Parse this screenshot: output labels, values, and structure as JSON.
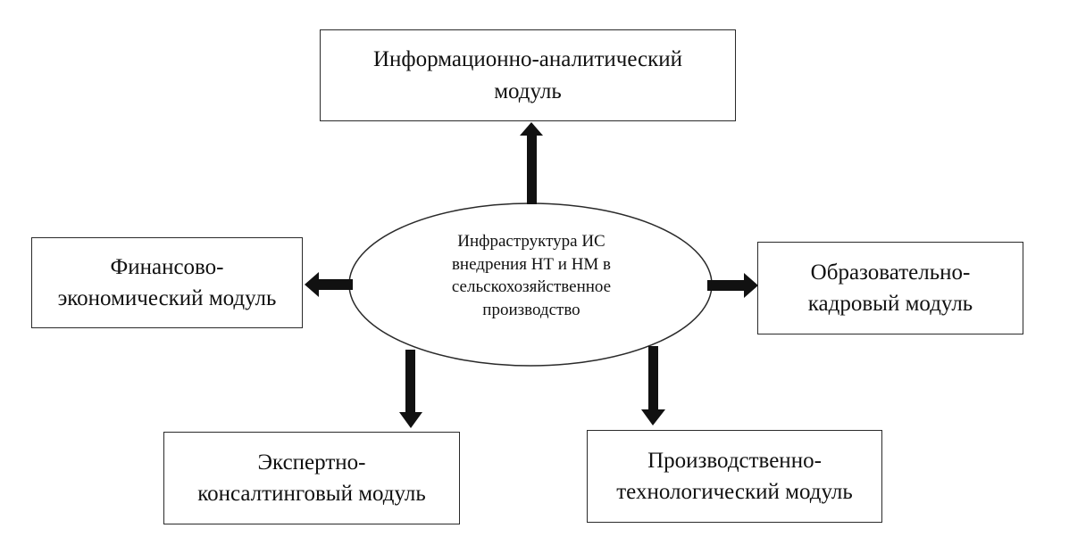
{
  "center": {
    "lines": [
      "Инфраструктура ИС",
      "внедрения НТ и НМ в",
      "сельскохозяйственное",
      "производство"
    ]
  },
  "modules": {
    "top": {
      "lines": [
        "Информационно-аналитический",
        "модуль"
      ]
    },
    "left": {
      "lines": [
        "Финансово-",
        "экономический модуль"
      ]
    },
    "right": {
      "lines": [
        "Образовательно-",
        "кадровый модуль"
      ]
    },
    "bottom_left": {
      "lines": [
        "Экспертно-",
        "консалтинговый модуль"
      ]
    },
    "bottom_right": {
      "lines": [
        "Производственно-",
        "технологический модуль"
      ]
    }
  }
}
